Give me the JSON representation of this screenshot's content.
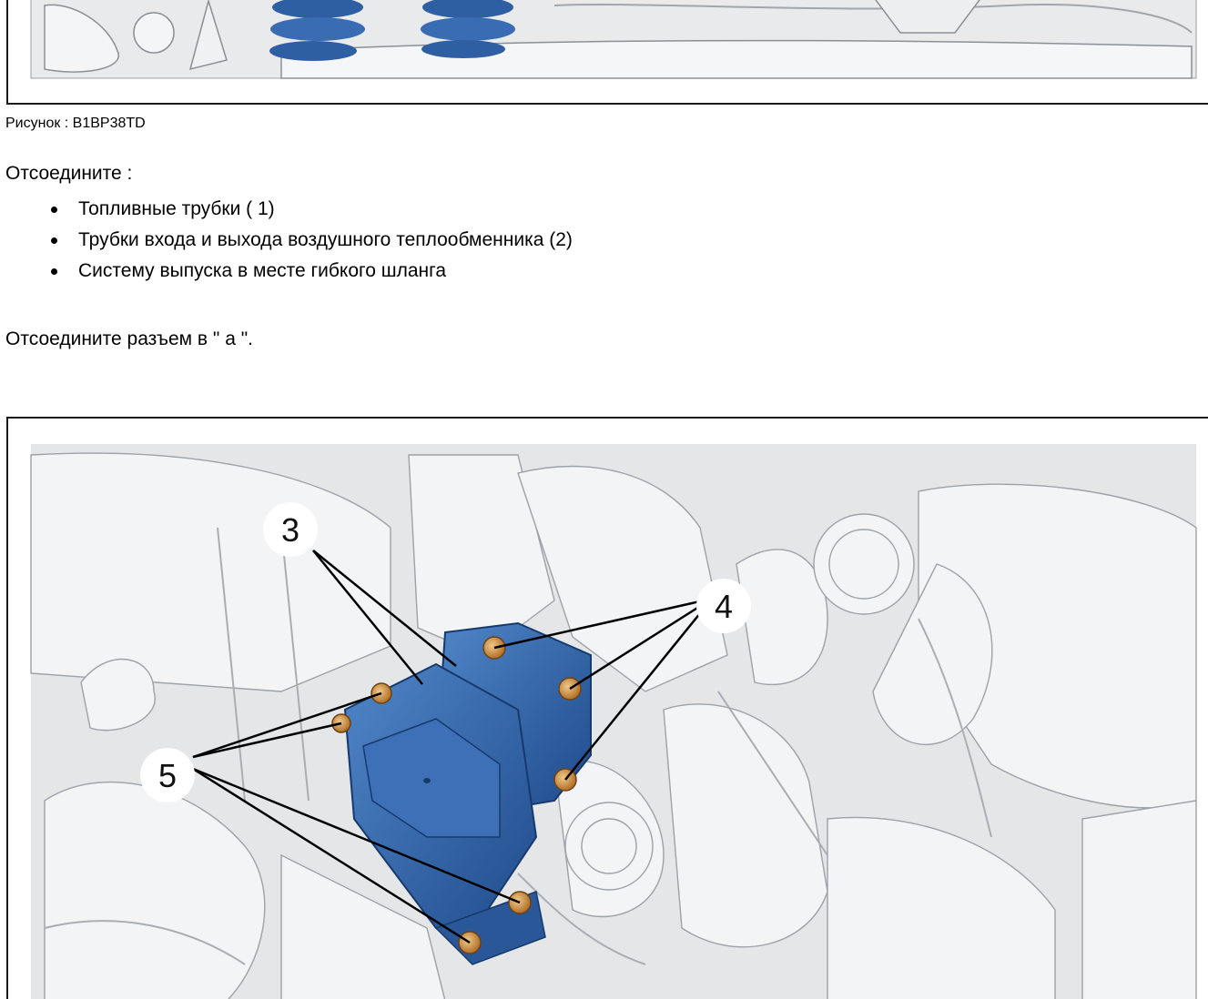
{
  "figure_caption": "Рисунок : B1BP38TD",
  "intro": "Отсоедините :",
  "items": [
    "Топливные трубки ( 1)",
    "Трубки входа и выхода воздушного теплообменника (2)",
    "Систему выпуска в месте гибкого шланга"
  ],
  "instruction": "Отсоедините разъем в \" a \".",
  "callouts": {
    "three": "3",
    "four": "4",
    "five": "5"
  },
  "colors": {
    "part_blue": "#2f5fa3",
    "bolt": "#c98a3a",
    "background_gray": "#e6e8ea"
  }
}
